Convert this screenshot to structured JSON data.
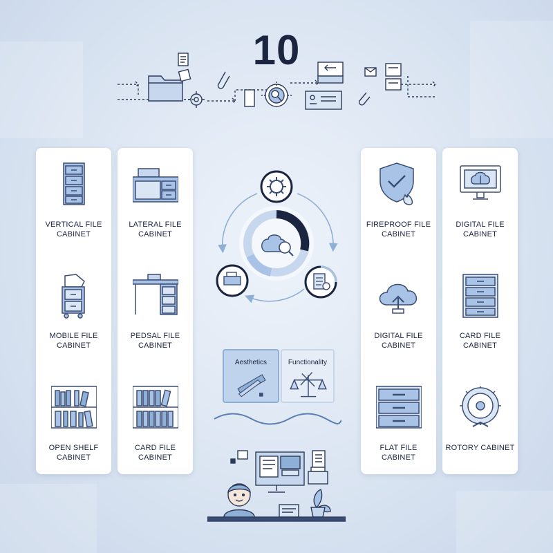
{
  "title": "10",
  "cabinets": [
    {
      "label": "Vertical File Cabinet",
      "icon": "vertical-cabinet-icon"
    },
    {
      "label": "Lateral File Cabinet",
      "icon": "lateral-cabinet-icon"
    },
    {
      "label": "Mobile File Cabinet",
      "icon": "mobile-cabinet-icon"
    },
    {
      "label": "Pedsal File Cabinet",
      "icon": "pedestal-desk-icon"
    },
    {
      "label": "Open Shelf Cabinet",
      "icon": "open-shelf-icon"
    },
    {
      "label": "Card File Cabinet",
      "icon": "card-shelf-icon"
    },
    {
      "label": "Fireproof File Cabinet",
      "icon": "shield-fire-icon"
    },
    {
      "label": "Digital File Cabinet",
      "icon": "monitor-brain-icon"
    },
    {
      "label": "Digital File Cabinet",
      "icon": "cloud-upload-icon"
    },
    {
      "label": "Card File Cabinet",
      "icon": "drawer-stack-icon"
    },
    {
      "label": "Flat File Cabinet",
      "icon": "flat-drawers-icon"
    },
    {
      "label": "Rotory Cabinet",
      "icon": "rotary-dial-icon"
    }
  ],
  "balance": {
    "left": "Aesthetics",
    "right": "Functionality"
  },
  "colors": {
    "accent": "#5b7fb0",
    "fill": "#a9c3e6",
    "dark": "#1b2540"
  }
}
